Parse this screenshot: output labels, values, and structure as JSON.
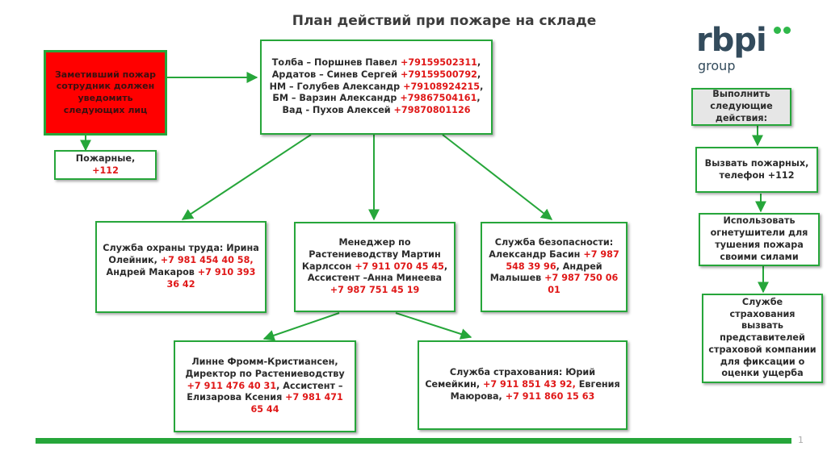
{
  "title": "План действий при пожаре на складе",
  "logo": {
    "text": "rbpi",
    "sub": "group"
  },
  "page_number": "1",
  "colors": {
    "accent_green": "#26a63a",
    "alert_red": "#ff0000",
    "phone_red": "#e01818"
  },
  "boxes": {
    "noticer": {
      "text": "Заметивший пожар сотрудник должен уведомить следующих лиц"
    },
    "firemen": {
      "line1": "Пожарные,",
      "phone": "+112"
    },
    "top": {
      "t1": "Толба – Поршнев Павел",
      "p1": "+79159502311",
      "t2": ", Ардатов – Синев Сергей",
      "p2": "+79159500792",
      "t3": ", НМ – Голубев Александр",
      "p3": "+79108924215",
      "t4": ", БМ – Варзин Александр",
      "p4": "+79867504161",
      "t5": ", Вад - Пухов Алексей",
      "p5": "+79870801126"
    },
    "labor": {
      "t1": "Служба охраны труда: Ирина Олейник,",
      "p1": "+7 981 454 40 58,",
      "t2": "Андрей Макаров",
      "p2": "+7 910 393 36 42"
    },
    "manager": {
      "t1": "Менеджер по Растениеводству Мартин Карлссон",
      "p1": "+7 911 070 45 45",
      "t2": ", Ассистент –Анна Минеева",
      "p2": "+7 987 751 45 19"
    },
    "security": {
      "t1": "Служба безопасности: Александр Басин",
      "p1": "+7 987 548 39 96",
      "t2": ", Андрей Малышев",
      "p2": "+7 987 750 06 01"
    },
    "director": {
      "t1": "Линне Фромм-Кристиансен, Директор по Растениеводству",
      "p1": "+7 911 476 40 31",
      "t2": ", Ассистент – Елизарова Ксения",
      "p2": "+7 981 471 65 44"
    },
    "insurance": {
      "t1": "Служба страхования: Юрий Семейкин,",
      "p1": "+7 911 851 43 92,",
      "t2": "Евгения Маюрова,",
      "p2": "+7 911 860 15 63"
    },
    "actions_header": {
      "text": "Выполнить следующие действия:"
    },
    "call_fire": {
      "text": "Вызвать пожарных, телефон +112"
    },
    "extinguish": {
      "text": "Использовать огнетушители для тушения пожара своими силами"
    },
    "call_insurance": {
      "text": "Службе страхования вызвать представителей страховой компании для фиксации о оценки ущерба"
    }
  }
}
